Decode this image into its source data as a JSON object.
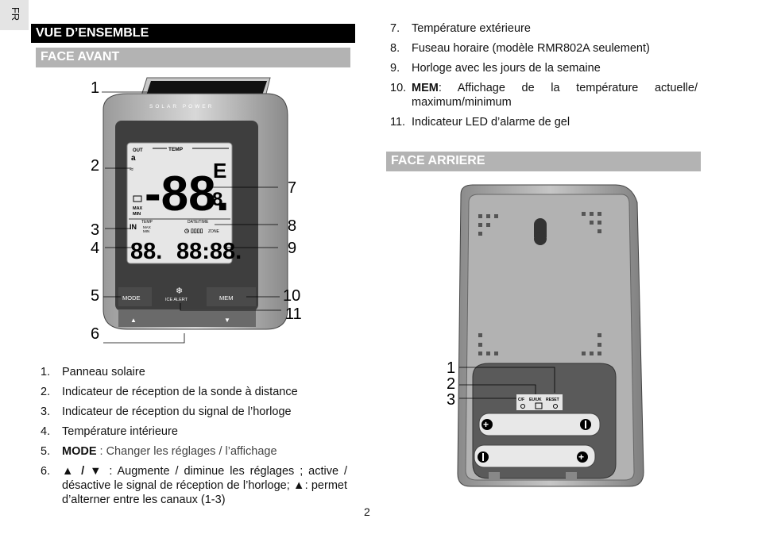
{
  "lang_tab": "FR",
  "left": {
    "title": "VUE D’ENSEMBLE",
    "subtitle": "FACE AVANT",
    "device": {
      "solar_label": "SOLAR POWER",
      "out_label": "OUT",
      "temp_label": "TEMP",
      "max_label": "MAX",
      "min_label": "MIN",
      "in_label": "IN",
      "temp_small": "TEMP",
      "max_small": "MAX",
      "min_small": "MIN",
      "date_time_label": "DATE/TIME",
      "zone_label": "ZONE",
      "big_digits": "-88.",
      "big_unit": "E",
      "big_dec": "8",
      "small_digits": "88.",
      "time_digits": "88:88.",
      "mode_button": "MODE",
      "ice_alert": "ICE ALERT",
      "mem_button": "MEM"
    },
    "callouts_left": [
      "1",
      "2",
      "3",
      "4",
      "5",
      "6"
    ],
    "callouts_right": [
      "7",
      "8",
      "9",
      "10",
      "11"
    ],
    "items": [
      {
        "n": "1.",
        "text": "Panneau solaire"
      },
      {
        "n": "2.",
        "text": "Indicateur de réception de la sonde à distance"
      },
      {
        "n": "3.",
        "text": "Indicateur de réception du signal de l’horloge"
      },
      {
        "n": "4.",
        "text": "Température intérieure"
      },
      {
        "n": "5.",
        "bold": "MODE",
        "text": " : Changer les réglages / l’affichage"
      },
      {
        "n": "6.",
        "bold": "▲ / ▼",
        "text": " : Augmente / diminue les réglages ; active / désactive le signal de réception de l’horloge; ▲: permet d’alterner entre les canaux (1-3)"
      }
    ]
  },
  "right": {
    "items": [
      {
        "n": "7.",
        "text": "Température extérieure"
      },
      {
        "n": "8.",
        "text": "Fuseau horaire (modèle RMR802A seulement)"
      },
      {
        "n": "9.",
        "text": "Horloge avec les jours de la semaine"
      },
      {
        "n": "10.",
        "bold": "MEM",
        "text": ": Affichage de la température actuelle/ maximum/minimum"
      },
      {
        "n": "11.",
        "text": "Indicateur LED d’alarme de gel"
      }
    ],
    "subtitle": "FACE ARRIERE",
    "back_labels": {
      "cf": "C/F",
      "euuk": "EU/UK",
      "reset": "RESET"
    },
    "callouts": [
      "1",
      "2",
      "3"
    ]
  },
  "page_number": "2"
}
